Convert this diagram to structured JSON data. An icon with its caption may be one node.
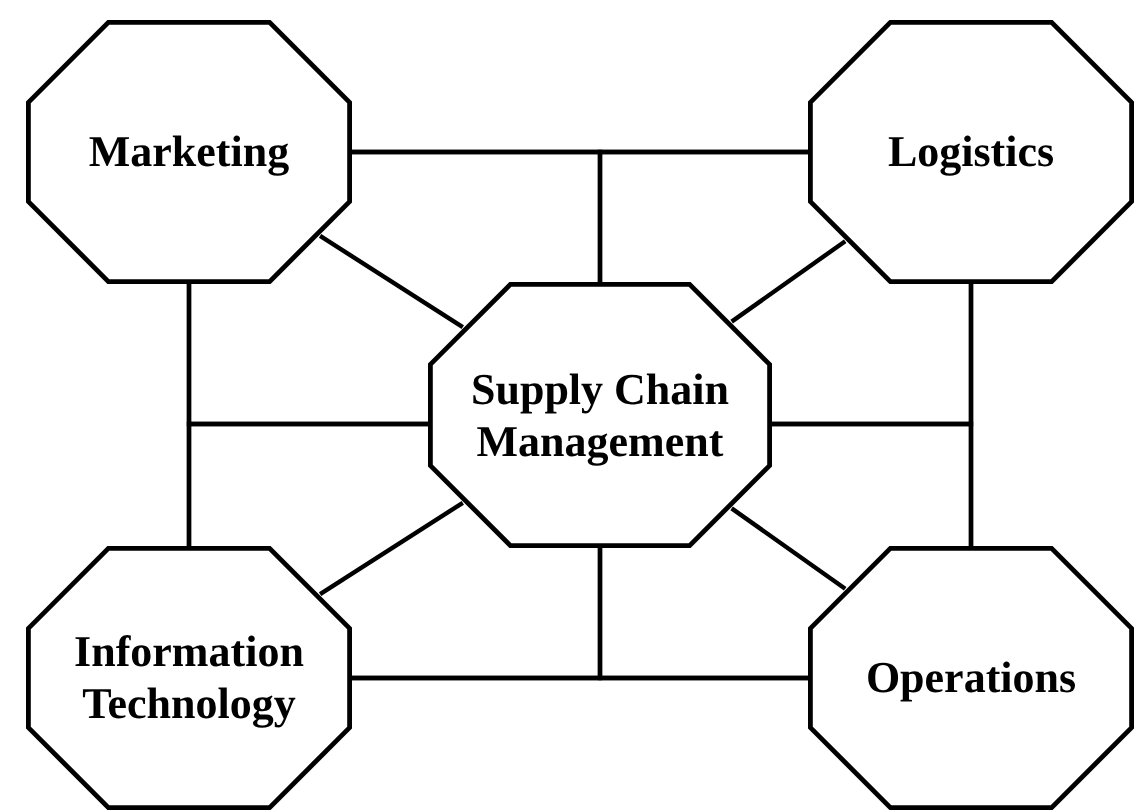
{
  "diagram": {
    "nodes": [
      {
        "text": [
          "Marketing"
        ]
      },
      {
        "text": [
          "Logistics"
        ]
      },
      {
        "text": [
          "Supply Chain Management"
        ]
      },
      {
        "text": [
          "Information Technology"
        ]
      },
      {
        "text": [
          "Operations"
        ]
      }
    ],
    "edges": [
      {
        "from": 0,
        "to": 1,
        "arrow": "none"
      },
      {
        "from": 2,
        "to": 0,
        "arrow": "none"
      },
      {
        "from": 2,
        "to": 1,
        "arrow": "none"
      },
      {
        "from": 0,
        "to": 3,
        "arrow": "none"
      },
      {
        "from": 2,
        "to": 0,
        "arrow": "none"
      },
      {
        "from": 2,
        "to": 3,
        "arrow": "none"
      },
      {
        "from": 1,
        "to": 4,
        "arrow": "none"
      },
      {
        "from": 2,
        "to": 1,
        "arrow": "none"
      },
      {
        "from": 2,
        "to": 4,
        "arrow": "none"
      },
      {
        "from": 3,
        "to": 4,
        "arrow": "none"
      },
      {
        "from": 2,
        "to": 3,
        "arrow": "none"
      },
      {
        "from": 2,
        "to": 4,
        "arrow": "none"
      },
      {
        "from": 0,
        "to": 2,
        "arrow": "none"
      },
      {
        "from": 1,
        "to": 2,
        "arrow": "none"
      },
      {
        "from": 3,
        "to": 2,
        "arrow": "none"
      },
      {
        "from": 4,
        "to": 2,
        "arrow": "none"
      }
    ]
  }
}
